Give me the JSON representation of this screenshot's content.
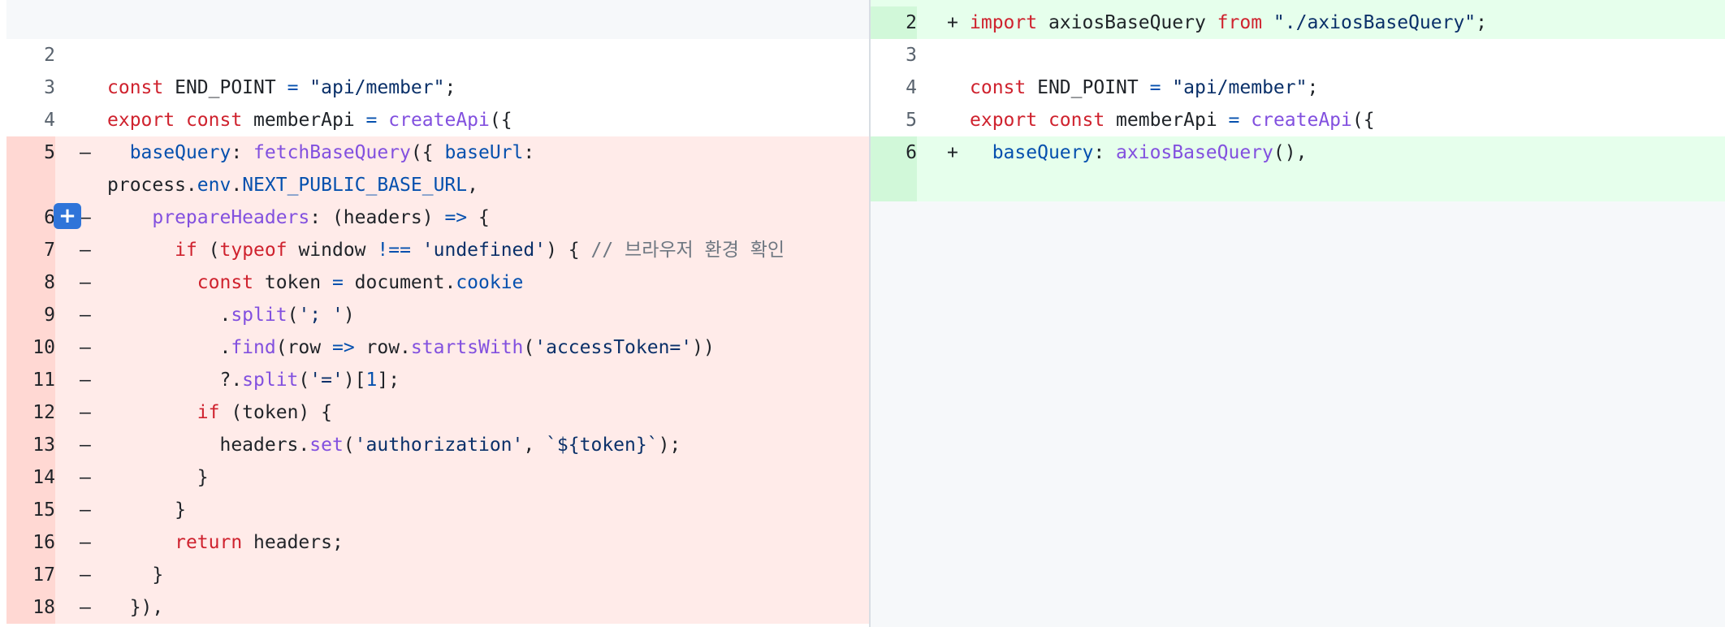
{
  "left": {
    "rows": [
      {
        "kind": "context",
        "num": "2",
        "sign": "",
        "tokens": []
      },
      {
        "kind": "context",
        "num": "3",
        "sign": "",
        "tokens": [
          [
            "kw",
            "const"
          ],
          [
            "plain",
            " END_POINT "
          ],
          [
            "prop",
            "="
          ],
          [
            "plain",
            " "
          ],
          [
            "str",
            "\"api/member\""
          ],
          [
            "plain",
            ";"
          ]
        ]
      },
      {
        "kind": "context",
        "num": "4",
        "sign": "",
        "tokens": [
          [
            "kw",
            "export"
          ],
          [
            "plain",
            " "
          ],
          [
            "kw",
            "const"
          ],
          [
            "plain",
            " memberApi "
          ],
          [
            "prop",
            "="
          ],
          [
            "plain",
            " "
          ],
          [
            "fn",
            "createApi"
          ],
          [
            "plain",
            "({"
          ]
        ]
      },
      {
        "kind": "del",
        "num": "5",
        "sign": "–",
        "tokens": [
          [
            "plain",
            "  "
          ],
          [
            "prop",
            "baseQuery"
          ],
          [
            "plain",
            ": "
          ],
          [
            "fn",
            "fetchBaseQuery"
          ],
          [
            "plain",
            "({ "
          ],
          [
            "prop",
            "baseUrl"
          ],
          [
            "plain",
            ":"
          ]
        ]
      },
      {
        "kind": "del",
        "num": "",
        "sign": "",
        "tokens": [
          [
            "plain",
            "process."
          ],
          [
            "prop",
            "env"
          ],
          [
            "plain",
            "."
          ],
          [
            "prop",
            "NEXT_PUBLIC_BASE_URL"
          ],
          [
            "plain",
            ","
          ]
        ]
      },
      {
        "kind": "del",
        "num": "6",
        "sign": "–",
        "tokens": [
          [
            "plain",
            "    "
          ],
          [
            "fn",
            "prepareHeaders"
          ],
          [
            "plain",
            ": (headers) "
          ],
          [
            "prop",
            "=>"
          ],
          [
            "plain",
            " {"
          ]
        ]
      },
      {
        "kind": "del",
        "num": "7",
        "sign": "–",
        "tokens": [
          [
            "plain",
            "      "
          ],
          [
            "kw",
            "if"
          ],
          [
            "plain",
            " ("
          ],
          [
            "kw",
            "typeof"
          ],
          [
            "plain",
            " window "
          ],
          [
            "prop",
            "!=="
          ],
          [
            "plain",
            " "
          ],
          [
            "str",
            "'undefined'"
          ],
          [
            "plain",
            ") { "
          ],
          [
            "com",
            "// 브라우저 환경 확인"
          ]
        ]
      },
      {
        "kind": "del",
        "num": "8",
        "sign": "–",
        "tokens": [
          [
            "plain",
            "        "
          ],
          [
            "kw",
            "const"
          ],
          [
            "plain",
            " token "
          ],
          [
            "prop",
            "="
          ],
          [
            "plain",
            " document."
          ],
          [
            "prop",
            "cookie"
          ]
        ]
      },
      {
        "kind": "del",
        "num": "9",
        "sign": "–",
        "tokens": [
          [
            "plain",
            "          ."
          ],
          [
            "fn",
            "split"
          ],
          [
            "plain",
            "("
          ],
          [
            "str",
            "'; '"
          ],
          [
            "plain",
            ")"
          ]
        ]
      },
      {
        "kind": "del",
        "num": "10",
        "sign": "–",
        "tokens": [
          [
            "plain",
            "          ."
          ],
          [
            "fn",
            "find"
          ],
          [
            "plain",
            "(row "
          ],
          [
            "prop",
            "=>"
          ],
          [
            "plain",
            " row."
          ],
          [
            "fn",
            "startsWith"
          ],
          [
            "plain",
            "("
          ],
          [
            "str",
            "'accessToken='"
          ],
          [
            "plain",
            "))"
          ]
        ]
      },
      {
        "kind": "del",
        "num": "11",
        "sign": "–",
        "tokens": [
          [
            "plain",
            "          ?."
          ],
          [
            "fn",
            "split"
          ],
          [
            "plain",
            "("
          ],
          [
            "str",
            "'='"
          ],
          [
            "plain",
            ")["
          ],
          [
            "prop",
            "1"
          ],
          [
            "plain",
            "];"
          ]
        ]
      },
      {
        "kind": "del",
        "num": "12",
        "sign": "–",
        "tokens": [
          [
            "plain",
            "        "
          ],
          [
            "kw",
            "if"
          ],
          [
            "plain",
            " (token) {"
          ]
        ]
      },
      {
        "kind": "del",
        "num": "13",
        "sign": "–",
        "tokens": [
          [
            "plain",
            "          headers."
          ],
          [
            "fn",
            "set"
          ],
          [
            "plain",
            "("
          ],
          [
            "str",
            "'authorization'"
          ],
          [
            "plain",
            ", "
          ],
          [
            "str",
            "`${token}`"
          ],
          [
            "plain",
            ");"
          ]
        ]
      },
      {
        "kind": "del",
        "num": "14",
        "sign": "–",
        "tokens": [
          [
            "plain",
            "        }"
          ]
        ]
      },
      {
        "kind": "del",
        "num": "15",
        "sign": "–",
        "tokens": [
          [
            "plain",
            "      }"
          ]
        ]
      },
      {
        "kind": "del",
        "num": "16",
        "sign": "–",
        "tokens": [
          [
            "plain",
            "      "
          ],
          [
            "kw",
            "return"
          ],
          [
            "plain",
            " headers;"
          ]
        ]
      },
      {
        "kind": "del",
        "num": "17",
        "sign": "–",
        "tokens": [
          [
            "plain",
            "    }"
          ]
        ]
      },
      {
        "kind": "del",
        "num": "18",
        "sign": "–",
        "tokens": [
          [
            "plain",
            "  }),"
          ]
        ]
      }
    ]
  },
  "right": {
    "rows": [
      {
        "kind": "add",
        "num": "2",
        "sign": "+",
        "tokens": [
          [
            "kw",
            "import"
          ],
          [
            "plain",
            " axiosBaseQuery "
          ],
          [
            "kw",
            "from"
          ],
          [
            "plain",
            " "
          ],
          [
            "str",
            "\"./axiosBaseQuery\""
          ],
          [
            "plain",
            ";"
          ]
        ]
      },
      {
        "kind": "context",
        "num": "3",
        "sign": "",
        "tokens": []
      },
      {
        "kind": "context",
        "num": "4",
        "sign": "",
        "tokens": [
          [
            "kw",
            "const"
          ],
          [
            "plain",
            " END_POINT "
          ],
          [
            "prop",
            "="
          ],
          [
            "plain",
            " "
          ],
          [
            "str",
            "\"api/member\""
          ],
          [
            "plain",
            ";"
          ]
        ]
      },
      {
        "kind": "context",
        "num": "5",
        "sign": "",
        "tokens": [
          [
            "kw",
            "export"
          ],
          [
            "plain",
            " "
          ],
          [
            "kw",
            "const"
          ],
          [
            "plain",
            " memberApi "
          ],
          [
            "prop",
            "="
          ],
          [
            "plain",
            " "
          ],
          [
            "fn",
            "createApi"
          ],
          [
            "plain",
            "({"
          ]
        ]
      },
      {
        "kind": "add",
        "num": "6",
        "sign": "+",
        "tokens": [
          [
            "plain",
            "  "
          ],
          [
            "prop",
            "baseQuery"
          ],
          [
            "plain",
            ": "
          ],
          [
            "fn",
            "axiosBaseQuery"
          ],
          [
            "plain",
            "(),"
          ]
        ]
      }
    ]
  },
  "expand_button": {
    "label": "+"
  },
  "colors": {
    "deleted_bg": "#ffebe9",
    "added_bg": "#e6ffec",
    "keyword": "#cf222e",
    "string": "#0a3069",
    "function": "#8250df",
    "property": "#0550ae"
  }
}
